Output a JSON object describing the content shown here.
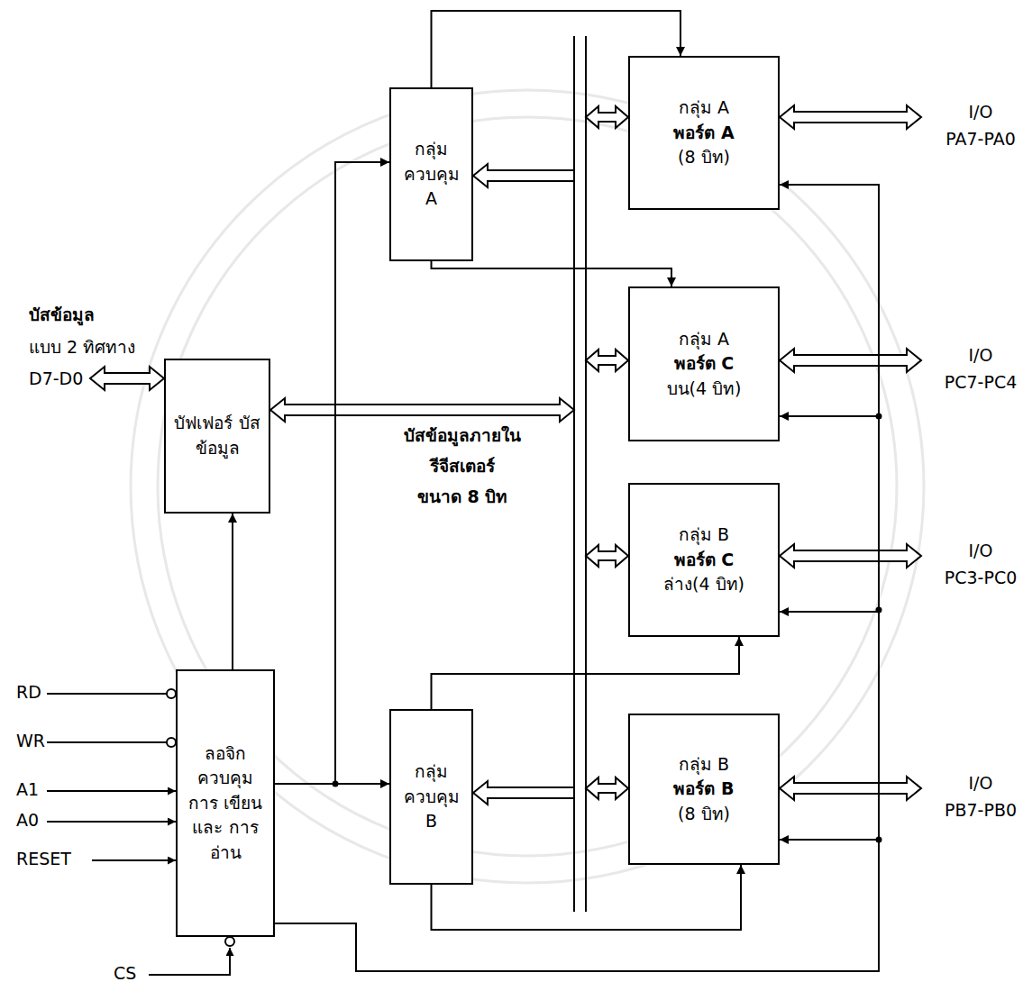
{
  "diagram": {
    "nodes": [
      {
        "text": [
          "กลุ่ม ควบคุม A"
        ]
      },
      {
        "text": [
          "กลุ่ม A",
          "พอร์ต A",
          "(8 บิท)"
        ]
      },
      {
        "text": [
          "กลุ่ม A",
          "พอร์ต C",
          "บน(4 บิท)"
        ]
      },
      {
        "text": [
          "บัฟเฟอร์ บัส ข้อมูล"
        ]
      },
      {
        "text": [
          "กลุ่ม B",
          "พอร์ต C",
          "ล่าง(4 บิท)"
        ]
      },
      {
        "text": [
          "ลอจิก ควบคุม การ เขียน และ การอ่าน"
        ]
      },
      {
        "text": [
          "กลุ่ม ควบคุม B"
        ]
      },
      {
        "text": [
          "กลุ่ม B",
          "พอร์ต B",
          "(8 บิท)"
        ]
      }
    ],
    "edges": [
      {
        "from": 0,
        "to": 1,
        "arrow": "to"
      },
      {
        "from": 0,
        "to": 2,
        "arrow": "to"
      },
      {
        "from": 6,
        "to": 4,
        "arrow": "to"
      },
      {
        "from": 6,
        "to": 7,
        "arrow": "to"
      },
      {
        "from": 5,
        "to": 0,
        "arrow": "to"
      },
      {
        "from": 5,
        "to": 6,
        "arrow": "to"
      },
      {
        "from": 5,
        "to": 3,
        "arrow": "to"
      },
      {
        "from": 5,
        "to": 1,
        "arrow": "to"
      },
      {
        "from": 5,
        "to": 2,
        "arrow": "to"
      },
      {
        "from": 5,
        "to": 4,
        "arrow": "to"
      },
      {
        "from": 5,
        "to": 7,
        "arrow": "to"
      }
    ],
    "labels": [
      "บัสข้อมูล",
      "แบบ 2 ทิศทาง",
      "D7-D0",
      "บัสข้อมูลภายใน",
      "รีจีสเตอร์",
      "ขนาด 8 บิท",
      "I/O",
      "PA7-PA0",
      "I/O",
      "PC7-PC4",
      "I/O",
      "PC3-PC0",
      "I/O",
      "PB7-PB0",
      "RD",
      "WR",
      "A1",
      "A0",
      "RESET",
      "CS"
    ]
  }
}
